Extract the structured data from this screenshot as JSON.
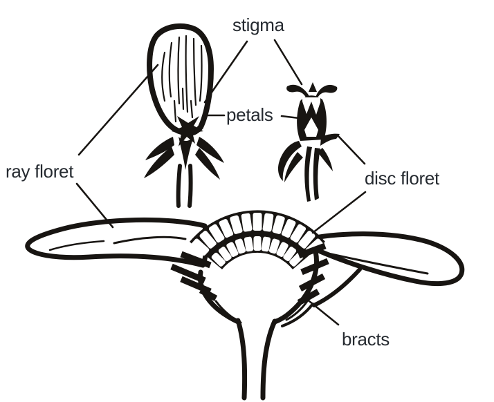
{
  "canvas": {
    "background": "#ffffff",
    "ink_color": "#181512",
    "label_color": "#252a30"
  },
  "labels": {
    "stigma": "stigma",
    "petals": "petals",
    "ray_floret": "ray floret",
    "disc_floret": "disc floret",
    "bracts": "bracts"
  }
}
